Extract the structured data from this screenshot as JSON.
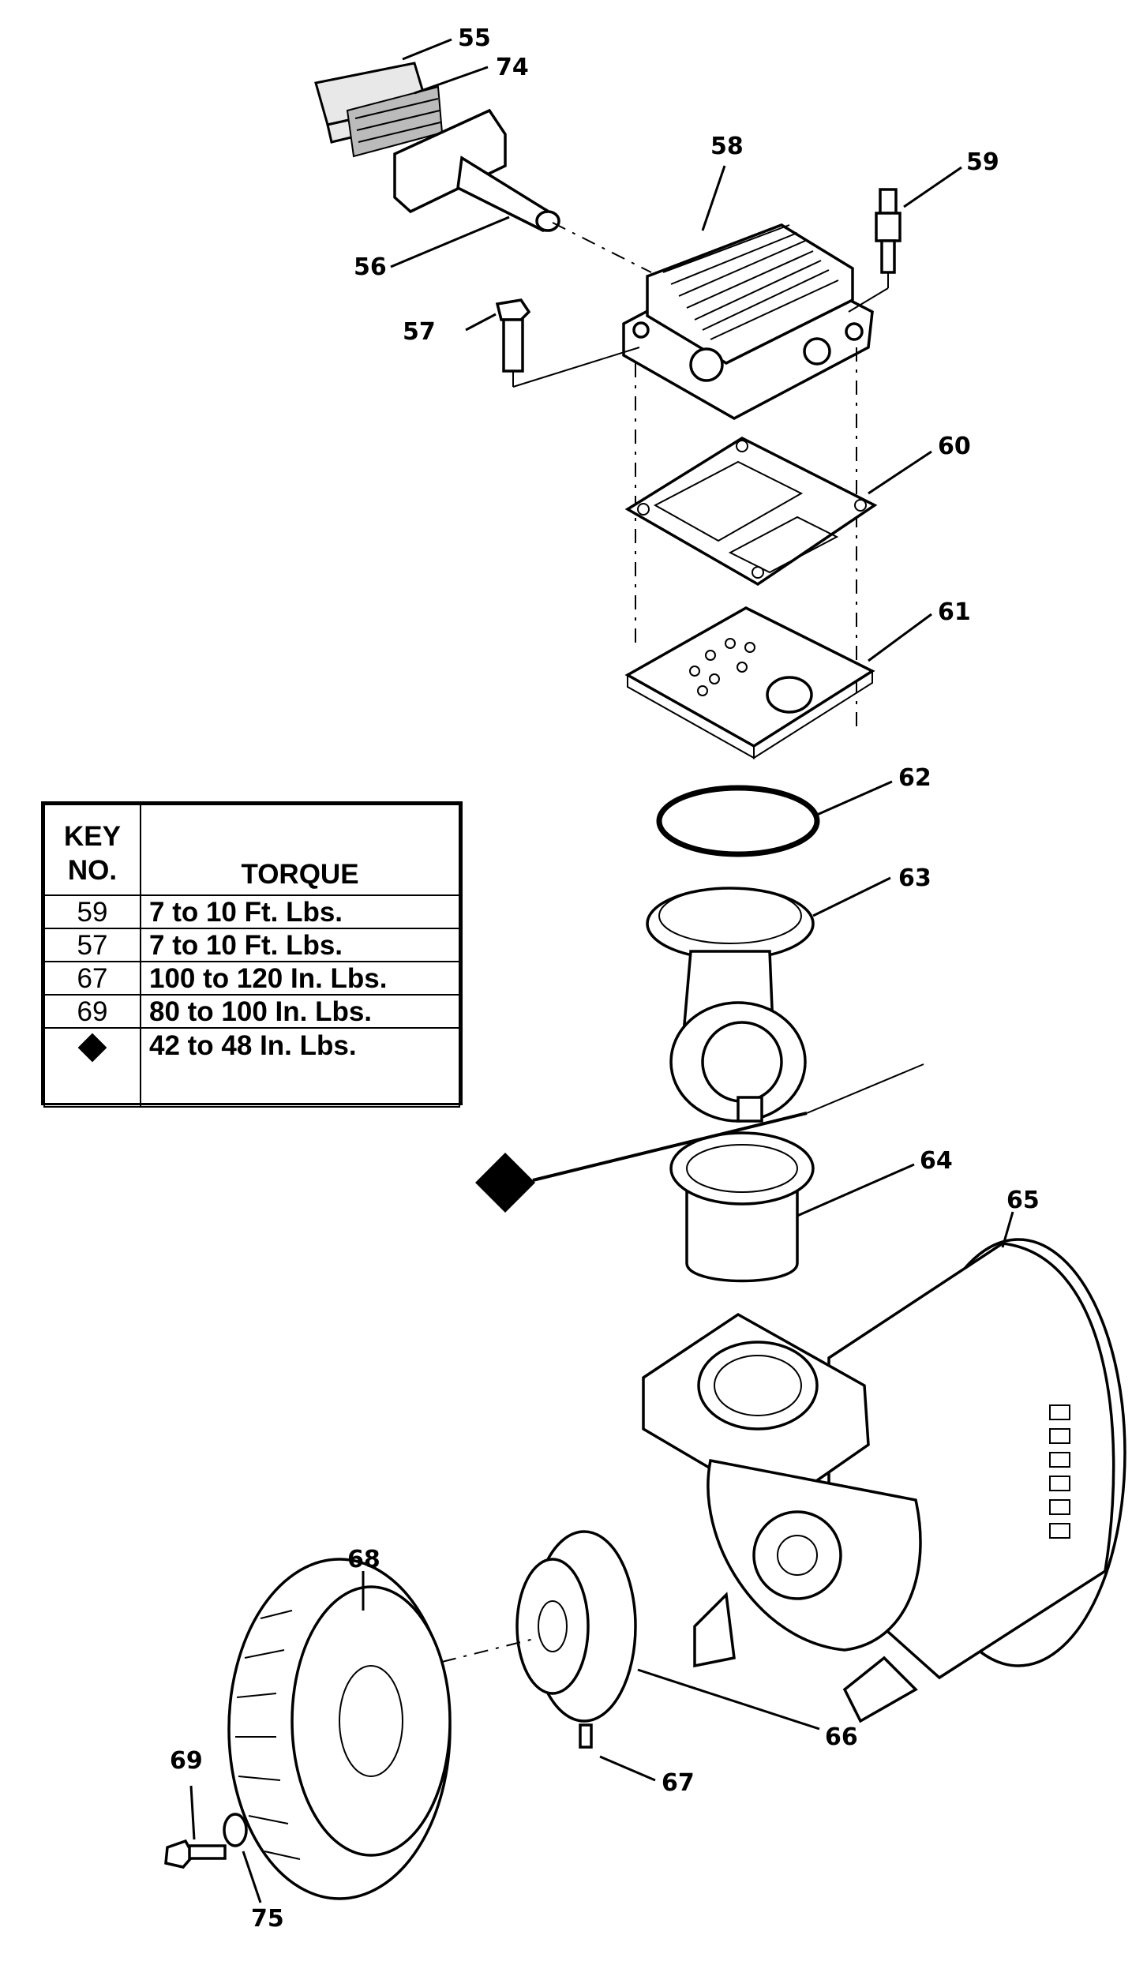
{
  "callouts": {
    "p55": "55",
    "p74": "74",
    "p58": "58",
    "p59": "59",
    "p56": "56",
    "p57": "57",
    "p60": "60",
    "p61": "61",
    "p62": "62",
    "p63": "63",
    "p64": "64",
    "p65": "65",
    "p68": "68",
    "p66": "66",
    "p67": "67",
    "p69": "69",
    "p75": "75"
  },
  "torque_table": {
    "header_key": "KEY\nNO.",
    "header_torque": "TORQUE",
    "rows": [
      {
        "key": "59",
        "torque": "7 to 10 Ft. Lbs."
      },
      {
        "key": "57",
        "torque": "7 to 10 Ft. Lbs."
      },
      {
        "key": "67",
        "torque": "100 to 120 In. Lbs."
      },
      {
        "key": "69",
        "torque": "80 to 100 In. Lbs."
      },
      {
        "key": "diamond-symbol",
        "torque": "42 to 48 In. Lbs."
      }
    ]
  }
}
